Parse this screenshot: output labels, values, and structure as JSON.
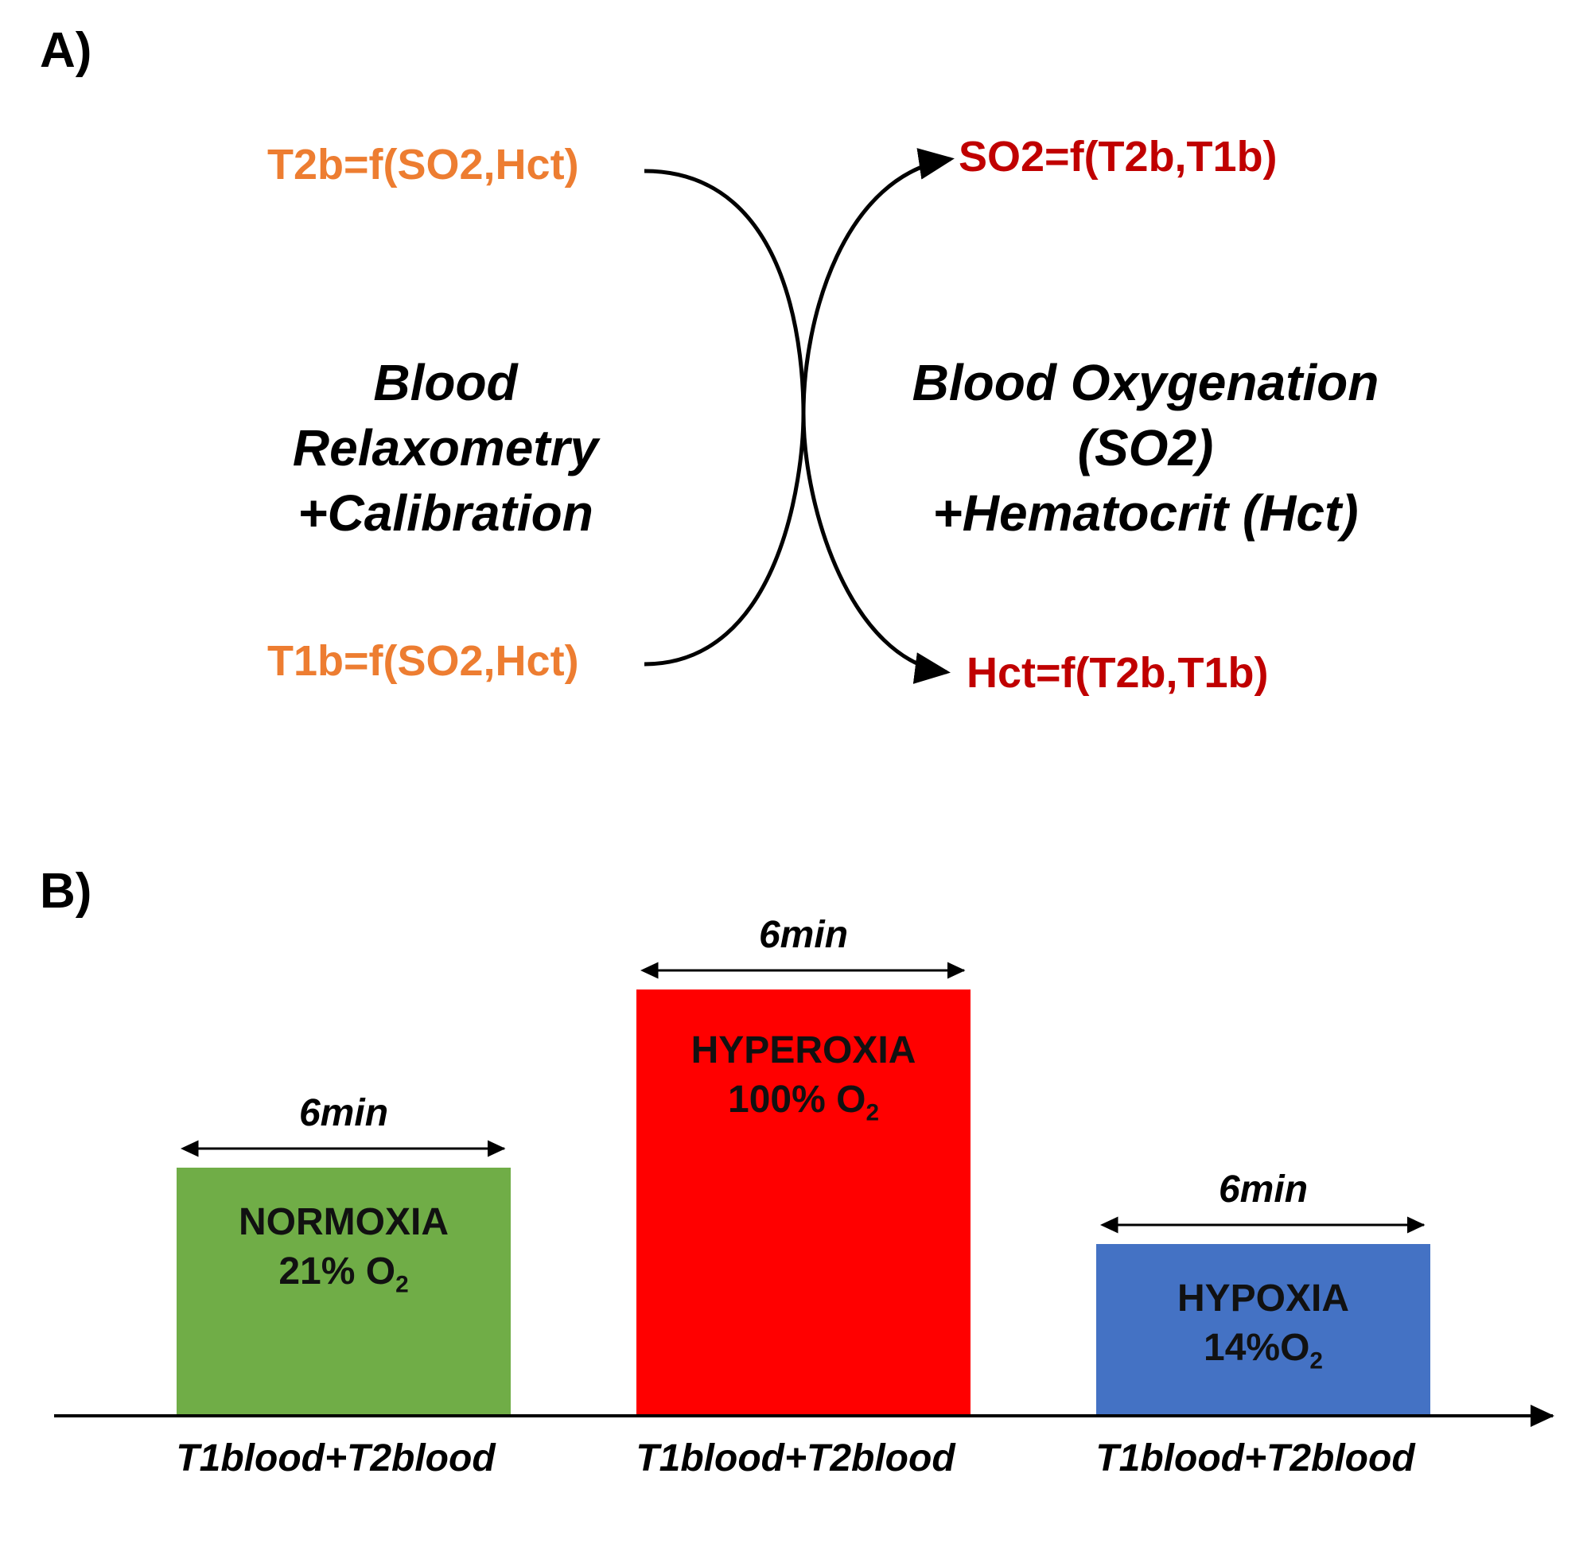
{
  "panel_a": {
    "label": "A)",
    "left_equations": {
      "t2b": "T2b=f(SO2,Hct)",
      "t1b": "T1b=f(SO2,Hct)"
    },
    "right_equations": {
      "so2": "SO2=f(T2b,T1b)",
      "hct": "Hct=f(T2b,T1b)"
    },
    "left_block": [
      "Blood",
      "Relaxometry",
      "+Calibration"
    ],
    "right_block": [
      "Blood Oxygenation",
      "(SO2)",
      "+Hematocrit (Hct)"
    ],
    "colors": {
      "input": "#ED7D31",
      "output": "#C00000"
    }
  },
  "panel_b": {
    "label": "B)",
    "conditions": [
      {
        "name": "NORMOXIA",
        "o2_value": "21% O",
        "o2_sub": "2",
        "duration": "6min",
        "xlabel": "T1blood+T2blood",
        "level": 0.58,
        "color": "#70AD47"
      },
      {
        "name": "HYPEROXIA",
        "o2_value": "100% O",
        "o2_sub": "2",
        "duration": "6min",
        "xlabel": "T1blood+T2blood",
        "level": 1.0,
        "color": "#FF0000"
      },
      {
        "name": "HYPOXIA",
        "o2_value": "14%O",
        "o2_sub": "2",
        "duration": "6min",
        "xlabel": "T1blood+T2blood",
        "level": 0.4,
        "color": "#4472C4"
      }
    ]
  }
}
